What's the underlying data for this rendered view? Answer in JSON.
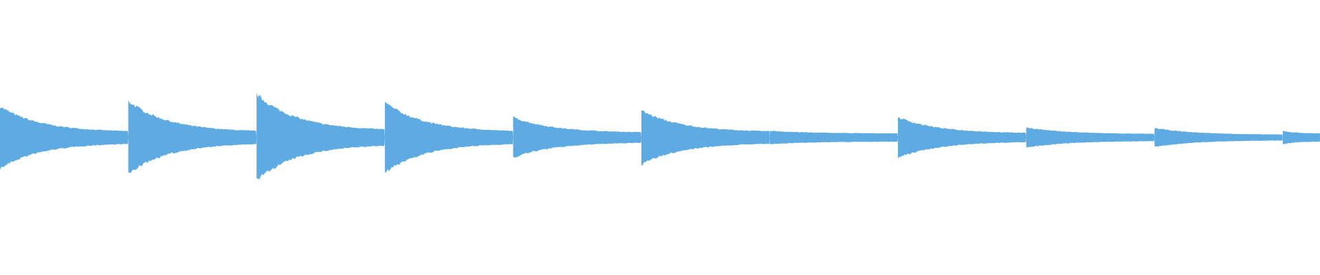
{
  "chart_data": {
    "type": "area",
    "description_kind": "audio waveform",
    "color": "#5dabe2",
    "background": "#ffffff",
    "grid": false,
    "axes_visible": false,
    "ylim": [
      -1,
      1
    ],
    "segments": [
      {
        "index": 0,
        "onset": 0.0,
        "peak": 0.23,
        "end": 0.04
      },
      {
        "index": 1,
        "onset": 1.0,
        "peak": 0.27,
        "end": 0.04
      },
      {
        "index": 2,
        "onset": 2.0,
        "peak": 0.32,
        "end": 0.05
      },
      {
        "index": 3,
        "onset": 3.0,
        "peak": 0.26,
        "end": 0.04
      },
      {
        "index": 4,
        "onset": 4.0,
        "peak": 0.15,
        "end": 0.035
      },
      {
        "index": 5,
        "onset": 5.0,
        "peak": 0.2,
        "end": 0.04
      },
      {
        "index": 6,
        "onset": 6.0,
        "peak": 0.05,
        "end": 0.03
      },
      {
        "index": 7,
        "onset": 7.0,
        "peak": 0.15,
        "end": 0.03
      },
      {
        "index": 8,
        "onset": 8.0,
        "peak": 0.075,
        "end": 0.025
      },
      {
        "index": 9,
        "onset": 9.0,
        "peak": 0.07,
        "end": 0.02
      },
      {
        "index": 10,
        "onset": 10.0,
        "peak": 0.05,
        "end": 0.03
      }
    ],
    "xlim": [
      0,
      10.29
    ]
  }
}
